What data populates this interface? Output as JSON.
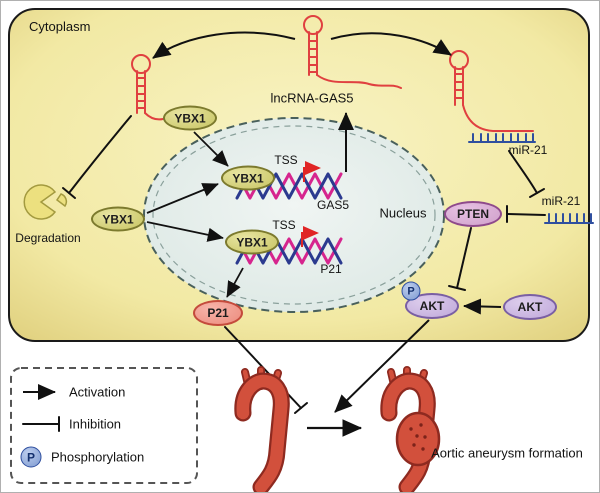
{
  "figure": {
    "regions": {
      "cytoplasm": "Cytoplasm",
      "nucleus": "Nucleus"
    },
    "molecules": {
      "lncrna_gas5": "lncRNA-GAS5",
      "mir21": "miR-21",
      "ybx1": "YBX1",
      "degradation": "Degradation",
      "pten": "PTEN",
      "akt": "AKT",
      "phospho": "P",
      "p21_protein": "P21"
    },
    "genes": {
      "tss": "TSS",
      "gas5": "GAS5",
      "p21": "P21"
    },
    "legend": {
      "activation": "Activation",
      "inhibition": "Inhibition",
      "phosphorylation": "Phosphorylation",
      "p_symbol": "P"
    },
    "outcome": "Aortic aneurysm formation",
    "colors": {
      "cytoplasm_fill": "#f2e9a4",
      "nucleus_fill": "#e3ede9",
      "rna_red": "#e04040",
      "mirna_blue": "#2f4f9f",
      "dna_pink": "#d6258e",
      "dna_blue": "#2b3a8f",
      "ybx1_fill": "#cdc96d",
      "pten_fill": "#dcabd8",
      "akt_fill": "#cbb6de",
      "p21_fill": "#f2998e",
      "phospho_fill": "#8fa8d8",
      "aorta_red": "#d2503c"
    }
  }
}
